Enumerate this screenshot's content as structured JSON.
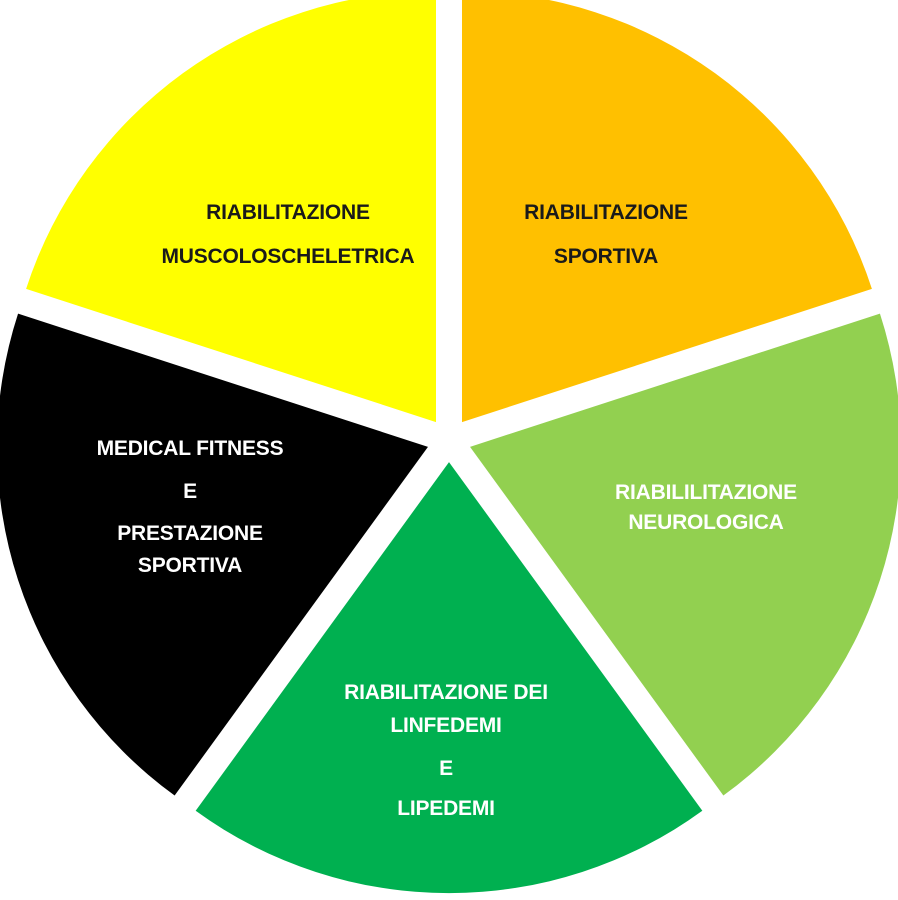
{
  "segments": [
    {
      "id": "muscoloscheletrica",
      "color": "#FFFF00",
      "text_color": "#1a1a1a",
      "lines": [
        "RIABILITAZIONE",
        "MUSCOLOSCHELETRICA"
      ]
    },
    {
      "id": "sportiva",
      "color": "#FFC000",
      "text_color": "#1a1a1a",
      "lines": [
        "RIABILITAZIONE",
        "SPORTIVA"
      ]
    },
    {
      "id": "neurologica",
      "color": "#92D050",
      "text_color": "#ffffff",
      "lines": [
        "RIABILILITAZIONE",
        "NEUROLOGICA"
      ]
    },
    {
      "id": "linfedemi",
      "color": "#00B050",
      "text_color": "#ffffff",
      "lines": [
        "RIABILITAZIONE DEI",
        "LINFEDEMI",
        "E",
        "LIPEDEMI"
      ]
    },
    {
      "id": "medical-fitness",
      "color": "#000000",
      "text_color": "#ffffff",
      "lines": [
        "MEDICAL FITNESS",
        "E",
        "PRESTAZIONE",
        "SPORTIVA"
      ]
    }
  ]
}
